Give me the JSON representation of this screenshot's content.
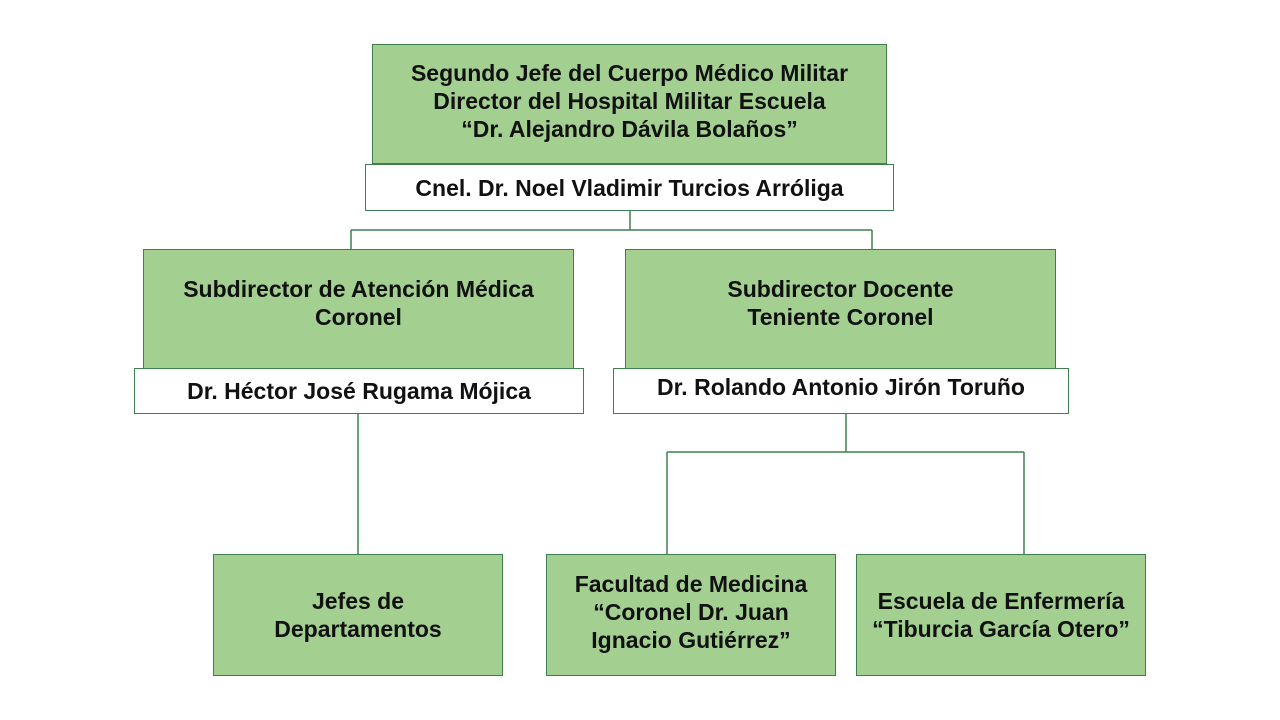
{
  "director": {
    "title_lines": [
      "Segundo Jefe del Cuerpo Médico Militar",
      "Director del Hospital Militar Escuela",
      "“Dr. Alejandro Dávila Bolaños”"
    ],
    "name": "Cnel. Dr. Noel Vladimir Turcios Arróliga"
  },
  "sub_medical": {
    "title_lines": [
      "Subdirector de Atención Médica",
      "Coronel"
    ],
    "name": "Dr. Héctor José Rugama Mójica"
  },
  "sub_teaching": {
    "title_lines": [
      "Subdirector Docente",
      "Teniente Coronel"
    ],
    "name": "Dr. Rolando Antonio Jirón Toruño"
  },
  "dept_heads": {
    "lines": [
      "Jefes de",
      "Departamentos"
    ]
  },
  "medicine_faculty": {
    "lines": [
      "Facultad de Medicina",
      "“Coronel Dr. Juan",
      "Ignacio Gutiérrez”"
    ]
  },
  "nursing_school": {
    "lines": [
      "Escuela de Enfermería",
      "“Tiburcia García Otero”"
    ]
  },
  "colors": {
    "box_fill": "#a3cf91",
    "border": "#3f7f4f",
    "name_fill": "#ffffff"
  }
}
